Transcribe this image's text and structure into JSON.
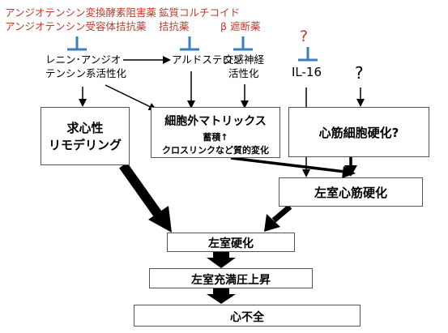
{
  "inhibitors": {
    "ace_line1": "アンジオテンシン変換酵素阻害薬",
    "ace_line2": "アンジオテンシン受容体拮抗薬",
    "mr_line1": "鉱質コルチコイド",
    "mr_line2": "拮抗薬",
    "beta_blocker": "β 遮断薬",
    "il16_inhibitor": "?"
  },
  "factors": {
    "raas_line1": "レニン･アンジオ",
    "raas_line2": "テンシン系活性化",
    "aldosterone": "アルドステロン",
    "sympathetic_line1": "交感神経",
    "sympathetic_line2": "活性化",
    "il16": "IL-16",
    "unknown": "?"
  },
  "boxes": {
    "concentric_line1": "求心性",
    "concentric_line2": "リモデリング",
    "ecm_title": "細胞外マトリックス",
    "ecm_sub1": "蓄積↑",
    "ecm_sub2": "クロスリンクなど質的変化",
    "cardiomyocyte": "心筋細胞硬化?",
    "lv_myocardial": "左室心筋硬化",
    "lv_stiffening": "左室硬化",
    "lv_pressure": "左室充満圧上昇",
    "heart_failure": "心不全"
  },
  "colors": {
    "inhibitor_text": "#c0392b",
    "inhibitor_bar": "#3a7fc1",
    "arrow": "#000000",
    "box_border": "#555555"
  }
}
